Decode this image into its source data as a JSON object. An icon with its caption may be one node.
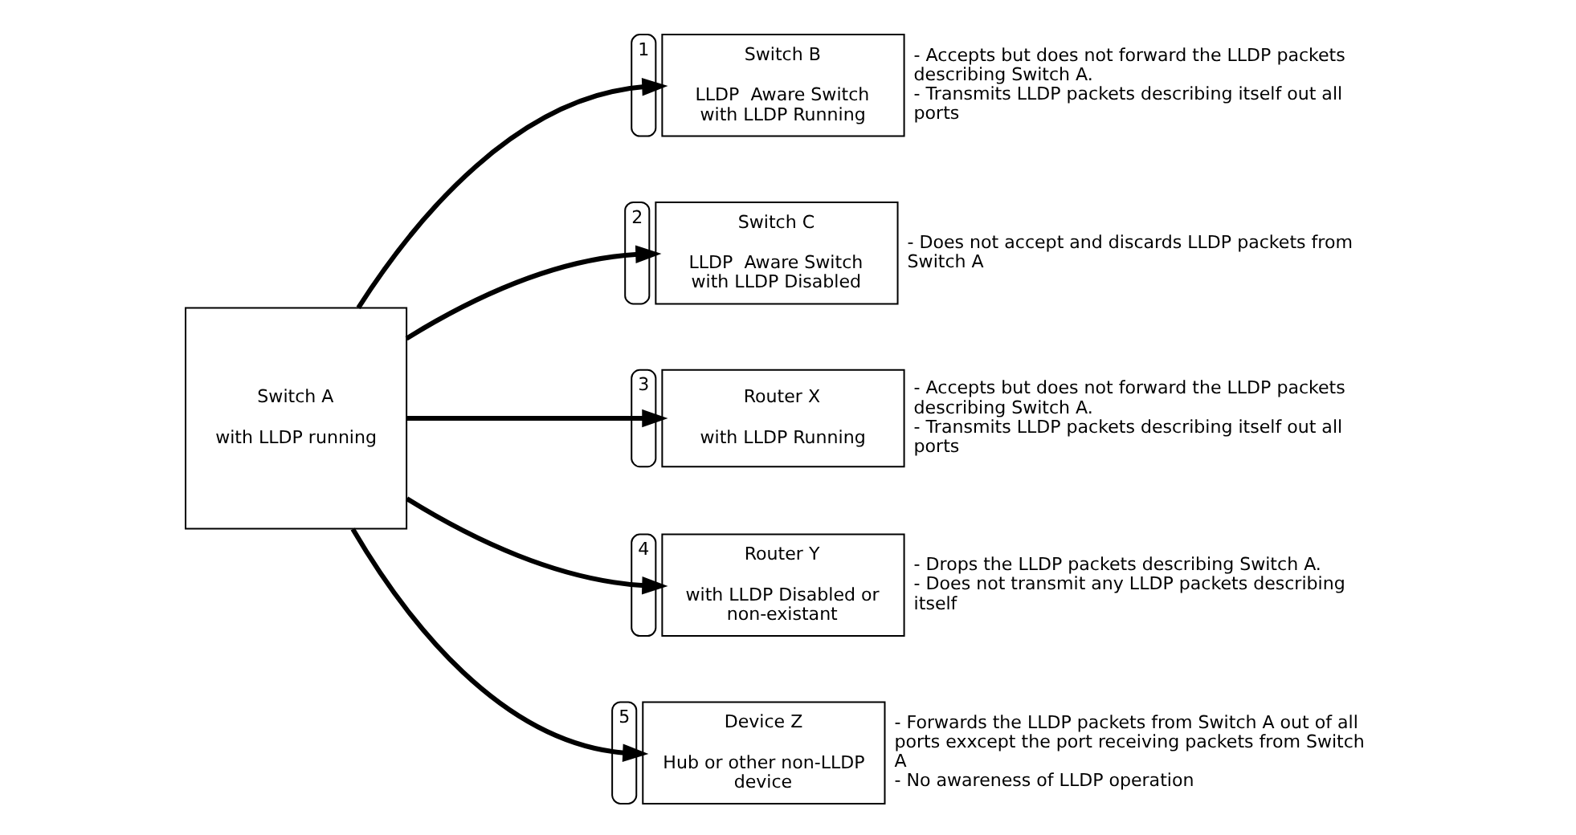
{
  "diagram": {
    "nodes": [
      {
        "text": [
          "Switch A",
          "with LLDP running"
        ]
      },
      {
        "text": [
          "Switch B",
          "LLDP  Aware Switch with LLDP Running"
        ],
        "beside": [
          "1",
          "- Accepts but does not forward the LLDP packets describing Switch A.",
          "- Transmits LLDP packets describing itself out all ports"
        ]
      },
      {
        "text": [
          "Switch C",
          "LLDP  Aware Switch with LLDP Disabled"
        ],
        "beside": [
          "2",
          "- Does not accept and discards LLDP packets from Switch A"
        ]
      },
      {
        "text": [
          "Router X",
          "with LLDP Running"
        ],
        "beside": [
          "3",
          "- Accepts but does not forward the LLDP packets describing Switch A.",
          "- Transmits LLDP packets describing itself out all ports"
        ]
      },
      {
        "text": [
          "Router Y",
          "with LLDP Disabled or non-existant"
        ],
        "beside": [
          "4",
          "- Drops the LLDP packets describing Switch A.",
          "- Does not transmit any LLDP packets describing itself"
        ]
      },
      {
        "text": [
          "Device Z",
          "Hub or other non-LLDP device"
        ],
        "beside": [
          "5",
          "- Forwards the LLDP packets from Switch A out of all ports exxcept the port receiving packets from Switch A",
          "- No awareness of LLDP operation"
        ]
      }
    ],
    "edges": [
      {
        "from": 0,
        "to": 1,
        "arrow": "to"
      },
      {
        "from": 0,
        "to": 2,
        "arrow": "to"
      },
      {
        "from": 0,
        "to": 3,
        "arrow": "to"
      },
      {
        "from": 0,
        "to": 4,
        "arrow": "to"
      },
      {
        "from": 0,
        "to": 5,
        "arrow": "to"
      }
    ]
  }
}
